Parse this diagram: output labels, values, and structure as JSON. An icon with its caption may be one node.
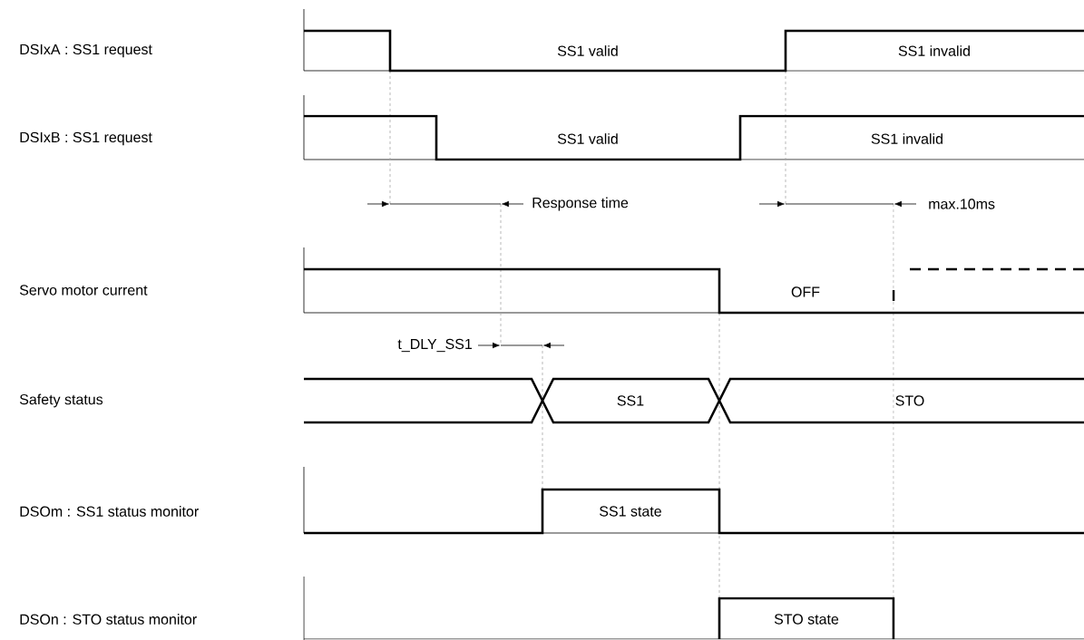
{
  "diagram": {
    "labels": [
      "DSIxA : SS1 request",
      "SS1 valid",
      "SS1 invalid",
      "DSIxB : SS1 request",
      "SS1 valid",
      "SS1 invalid",
      "Response time",
      "max.10ms",
      "Servo motor current",
      "OFF",
      "t_DLY_SS1",
      "Safety status",
      "SS1",
      "STO",
      "DSOm : SS1 status monitor",
      "SS1 state",
      "DSOn : STO status monitor",
      "STO state"
    ]
  }
}
